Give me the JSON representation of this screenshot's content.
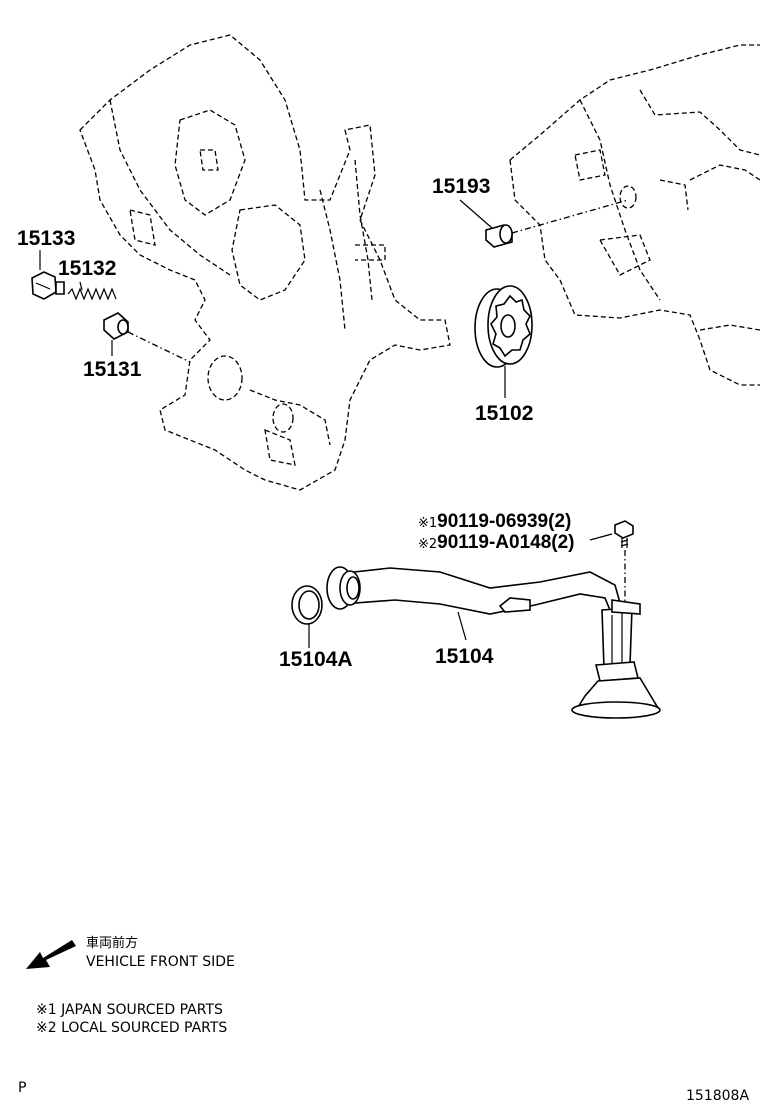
{
  "callouts": {
    "p15133": "15133",
    "p15132": "15132",
    "p15131": "15131",
    "p15193": "15193",
    "p15102": "15102",
    "p15104": "15104",
    "p15104a": "15104A",
    "bolt1": {
      "mark": "※1",
      "text": "90119-06939(2)"
    },
    "bolt2": {
      "mark": "※2",
      "text": "90119-A0148(2)"
    }
  },
  "direction": {
    "label_jp": "車両前方",
    "label_en": "VEHICLE FRONT SIDE",
    "icon": "arrow-down-left-icon"
  },
  "notes": [
    "※1 JAPAN SOURCED PARTS",
    "※2 LOCAL SOURCED PARTS"
  ],
  "corner_letter": "P",
  "figure_id": "151808A"
}
